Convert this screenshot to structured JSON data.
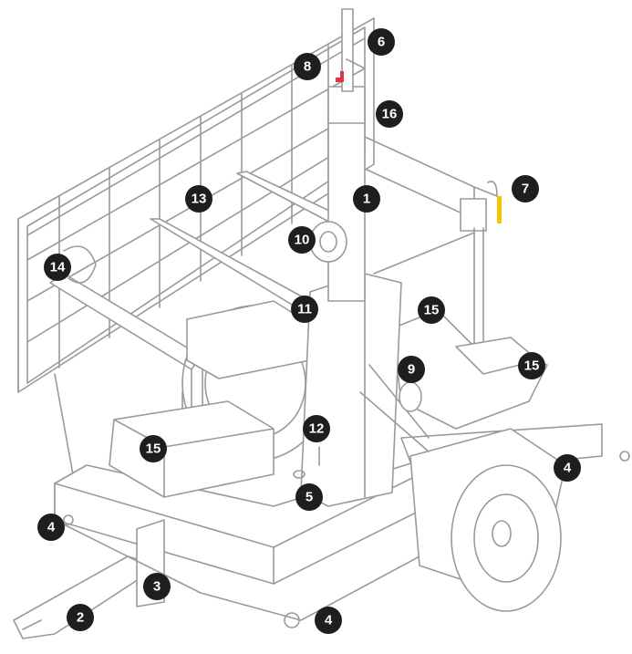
{
  "callouts": [
    {
      "id": "c1",
      "label": "1"
    },
    {
      "id": "c2",
      "label": "2"
    },
    {
      "id": "c3",
      "label": "3"
    },
    {
      "id": "c4a",
      "label": "4"
    },
    {
      "id": "c4b",
      "label": "4"
    },
    {
      "id": "c4c",
      "label": "4"
    },
    {
      "id": "c5",
      "label": "5"
    },
    {
      "id": "c6",
      "label": "6"
    },
    {
      "id": "c7",
      "label": "7"
    },
    {
      "id": "c8",
      "label": "8"
    },
    {
      "id": "c9",
      "label": "9"
    },
    {
      "id": "c10",
      "label": "10"
    },
    {
      "id": "c11",
      "label": "11"
    },
    {
      "id": "c12",
      "label": "12"
    },
    {
      "id": "c13",
      "label": "13"
    },
    {
      "id": "c14",
      "label": "14"
    },
    {
      "id": "c15a",
      "label": "15"
    },
    {
      "id": "c15b",
      "label": "15"
    },
    {
      "id": "c15c",
      "label": "15"
    },
    {
      "id": "c16",
      "label": "16"
    }
  ],
  "colors": {
    "line": "#9a9a9a",
    "badge": "#1e1e1e",
    "badge_text": "#ffffff",
    "accent_red": "#e0314b",
    "accent_yellow": "#f2c500"
  }
}
